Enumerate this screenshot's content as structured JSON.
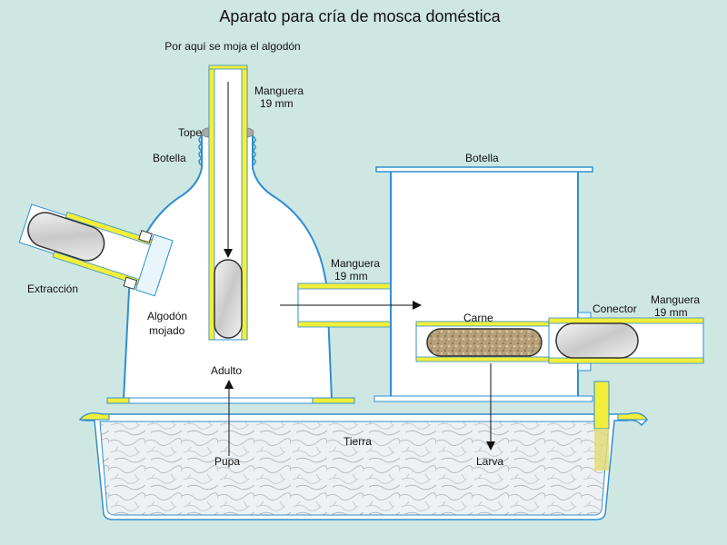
{
  "title": "Aparato para cría de mosca doméstica",
  "labels": {
    "top_note": "Por aquí se moja el algodón",
    "hose_top_1": "Manguera",
    "hose_top_2": "19 mm",
    "tope": "Tope",
    "bottle_left": "Botella",
    "extraction": "Extracción",
    "cotton_1": "Algodón",
    "cotton_2": "mojado",
    "adult": "Adulto",
    "bottle_right": "Botella",
    "hose_mid_1": "Manguera",
    "hose_mid_2": "19 mm",
    "meat": "Carne",
    "connector": "Conector",
    "hose_right_1": "Manguera",
    "hose_right_2": "19 mm",
    "soil": "Tierra",
    "pupa": "Pupa",
    "larva": "Larva"
  },
  "colors": {
    "background": "#cfe7e3",
    "outline_blue": "#2f8fd0",
    "hose_yellow": "#f2ee3a",
    "bottle_fill": "#ffffff",
    "soil": "#e7ecf0",
    "meat": "#b9a27a",
    "cotton": "#e6e6e6"
  }
}
